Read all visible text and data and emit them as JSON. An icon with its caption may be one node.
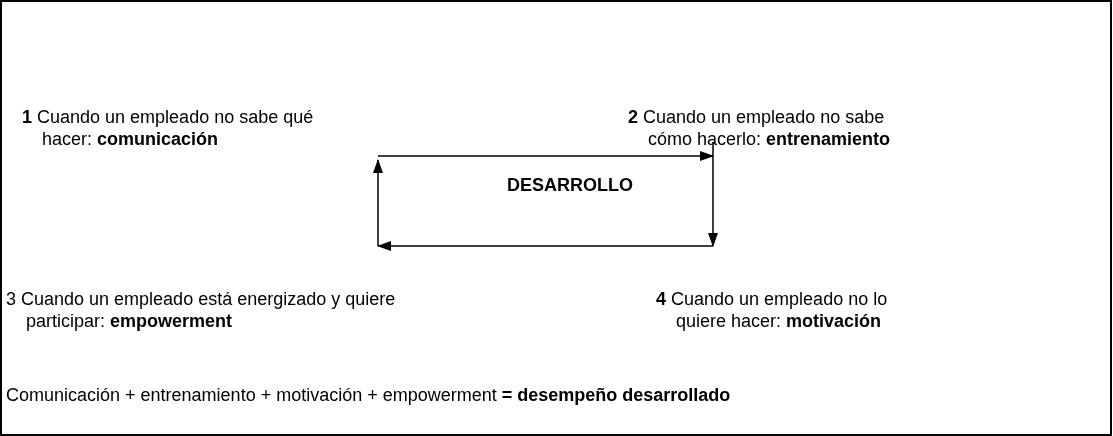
{
  "diagram": {
    "nodes": [
      {
        "text": [
          "**1** Cuando un empleado no sabe qué hacer: **comunicación**"
        ]
      },
      {
        "text": [
          "**2** Cuando un empleado no sabe cómo hacerlo: **entrenamiento**"
        ]
      },
      {
        "text": [
          "DESARROLLO"
        ]
      },
      {
        "text": [
          "3 Cuando un empleado está energizado y quiere participar: **empowerment**"
        ]
      },
      {
        "text": [
          "**4** Cuando un empleado no lo quiere hacer: **motivación**"
        ]
      }
    ],
    "edges": [
      {
        "from": 0,
        "to": 1,
        "arrow": "to"
      },
      {
        "from": 1,
        "to": 4,
        "arrow": "to"
      },
      {
        "from": 4,
        "to": 3,
        "arrow": "to"
      },
      {
        "from": 3,
        "to": 0,
        "arrow": "to"
      }
    ],
    "labels": [
      "Comunicación + entrenamiento + motivación + empowerment **= desempeño desarrollado**"
    ]
  }
}
